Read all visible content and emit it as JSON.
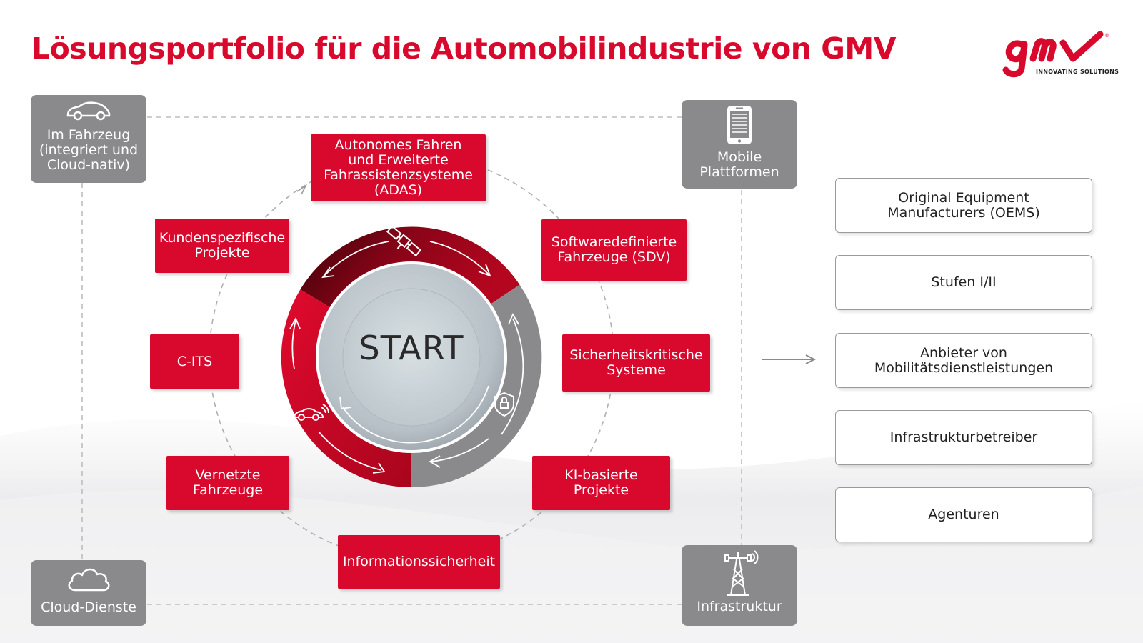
{
  "title": "Lösungsportfolio für die Automobilindustrie von GMV",
  "logo": {
    "wordmark": "gmv",
    "tagline": "INNOVATING SOLUTIONS",
    "color": "#d8092c"
  },
  "platforms": {
    "vehicle": {
      "label": "Im Fahrzeug (integriert und Cloud-nativ)",
      "icon": "car-icon"
    },
    "mobile": {
      "label": "Mobile Plattformen",
      "icon": "smartphone-icon"
    },
    "cloud": {
      "label": "Cloud-Dienste",
      "icon": "cloud-icon"
    },
    "infrastructure": {
      "label": "Infrastruktur",
      "icon": "antenna-tower-icon"
    }
  },
  "solutions": [
    {
      "label": "Autonomes Fahren und Erweiterte Fahrassistenzsysteme (ADAS)"
    },
    {
      "label": "Softwaredefinierte Fahrzeuge (SDV)"
    },
    {
      "label": "Sicherheitskritische Systeme"
    },
    {
      "label": "KI-basierte Projekte"
    },
    {
      "label": "Informationssicherheit"
    },
    {
      "label": "Vernetzte Fahrzeuge"
    },
    {
      "label": "C-ITS"
    },
    {
      "label": "Kundenspezifische Projekte"
    }
  ],
  "center": {
    "label": "START",
    "icons": [
      "satellite-icon",
      "connected-car-icon",
      "shield-lock-icon"
    ]
  },
  "customers": [
    {
      "label": "Original Equipment Manufacturers (OEMS)"
    },
    {
      "label": "Stufen I/II"
    },
    {
      "label": "Anbieter von Mobilitätsdienstleistungen"
    },
    {
      "label": "Infrastrukturbetreiber"
    },
    {
      "label": "Agenturen"
    }
  ],
  "colors": {
    "accent": "#d8092c",
    "dark_red": "#8a0418",
    "grey": "#8a8a8c"
  }
}
